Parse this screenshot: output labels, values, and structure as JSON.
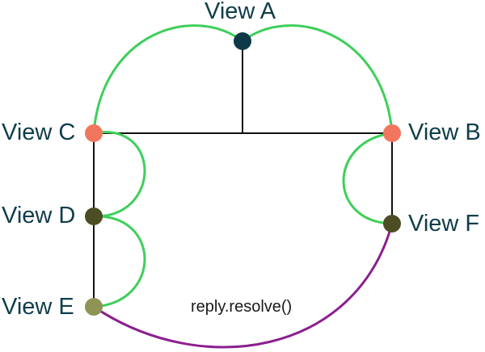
{
  "nodes": {
    "a": {
      "label": "View A",
      "color": "#0e3a48"
    },
    "b": {
      "label": "View B",
      "color": "#f2765e"
    },
    "c": {
      "label": "View C",
      "color": "#f2765e"
    },
    "d": {
      "label": "View D",
      "color": "#4c4d23"
    },
    "e": {
      "label": "View E",
      "color": "#8f9455"
    },
    "f": {
      "label": "View F",
      "color": "#4c4d23"
    }
  },
  "edge_label": "reply.resolve()",
  "colors": {
    "tree_line": "#111111",
    "message_arc": "#3ecf5a",
    "reply_arc": "#8b1f8f"
  }
}
